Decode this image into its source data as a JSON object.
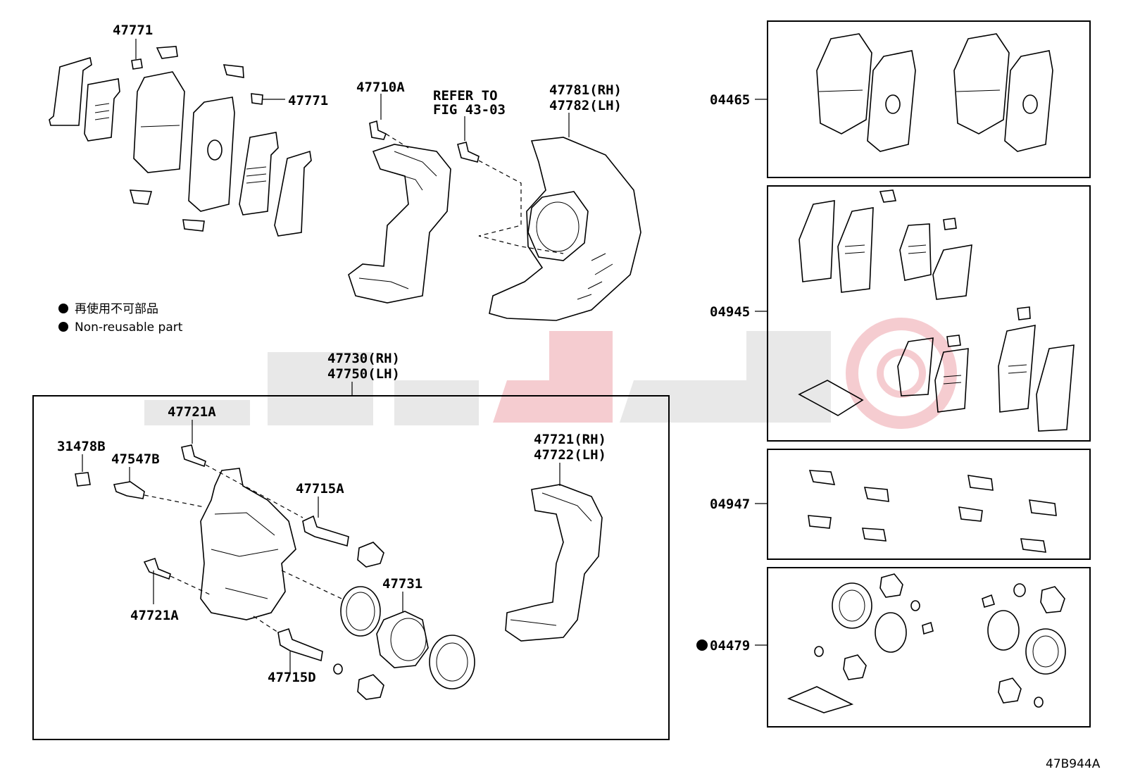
{
  "watermark": {
    "text": "یدکیدار",
    "color_main": "#e6e6e6",
    "color_accent": "#f5c7cc"
  },
  "legend": {
    "item_jp": "再使用不可部品",
    "item_en": "Non-reusable part"
  },
  "labels": {
    "p47771_top": "47771",
    "p47771_right": "47771",
    "p47710A": "47710A",
    "refer_line1": "REFER TO",
    "refer_line2": "FIG 43-03",
    "p47781": "47781(RH)",
    "p47782": "47782(LH)",
    "p47730": "47730(RH)",
    "p47750": "47750(LH)",
    "p47721A_top": "47721A",
    "p31478B": "31478B",
    "p47547B": "47547B",
    "p47715A": "47715A",
    "p47721": "47721(RH)",
    "p47722": "47722(LH)",
    "p47731": "47731",
    "p47721A_bottom": "47721A",
    "p47715D": "47715D"
  },
  "kits": {
    "k04465": "04465",
    "k04945": "04945",
    "k04947": "04947",
    "k04479": "04479"
  },
  "figure_code": "47B944A"
}
